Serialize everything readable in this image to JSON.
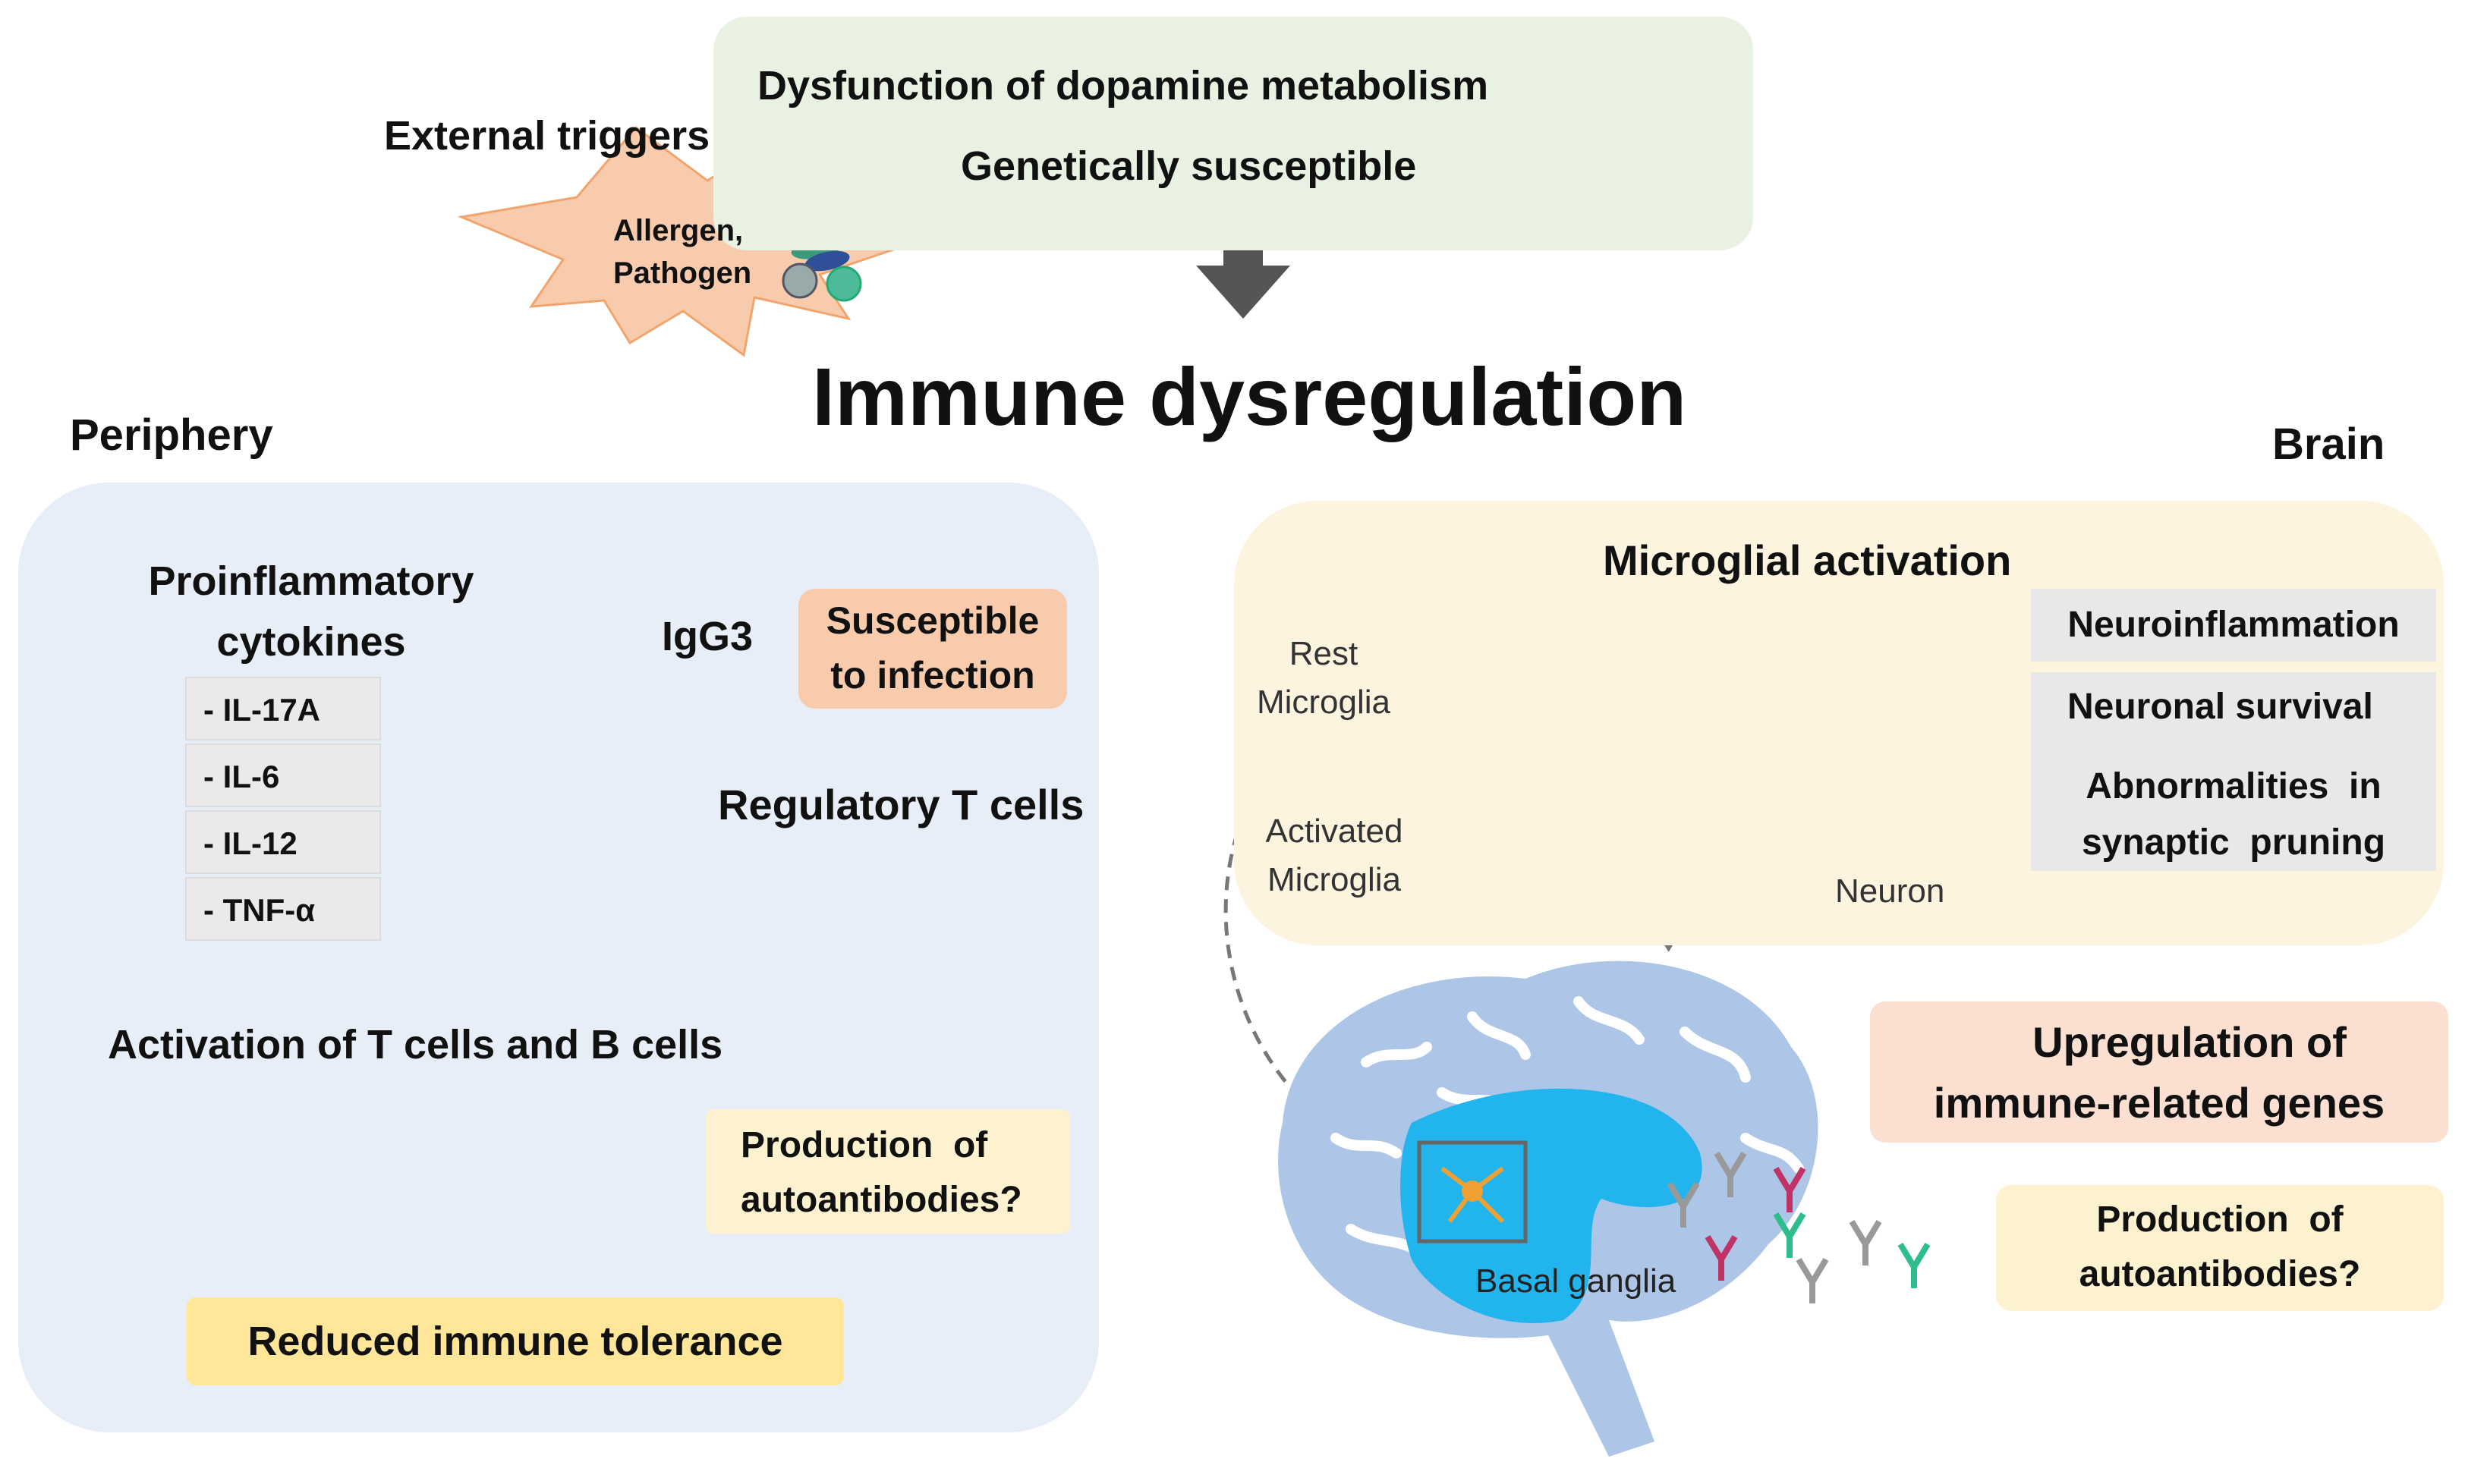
{
  "title": "Immune dysregulation",
  "triggers": {
    "dopamine": "Dysfunction of dopamine metabolism",
    "genetic": "Genetically susceptible",
    "external": "External triggers",
    "allergen_line1": "Allergen,",
    "allergen_line2": "Pathogen"
  },
  "periphery": {
    "heading": "Periphery",
    "proinflammatory_line1": "Proinflammatory",
    "proinflammatory_line2": "cytokines",
    "cytokines": [
      "- IL-17A",
      "- IL-6",
      "- IL-12",
      "- TNF-α"
    ],
    "igg3": "IgG3",
    "susceptible_line1": "Susceptible",
    "susceptible_line2": "to infection",
    "tregs": "Regulatory T cells",
    "activation": "Activation of T cells and B cells",
    "autoantibodies_line1": "Production  of",
    "autoantibodies_line2": "autoantibodies?",
    "tolerance": "Reduced immune tolerance"
  },
  "brain": {
    "heading": "Brain",
    "microglial_activation": "Microglial activation",
    "rest_line1": "Rest",
    "rest_line2": "Microglia",
    "activated_line1": "Activated",
    "activated_line2": "Microglia",
    "neuron": "Neuron",
    "neuroinflammation": "Neuroinflammation",
    "neuronal_survival": "Neuronal survival",
    "synaptic_line1": "Abnormalities  in",
    "synaptic_line2": "synaptic  pruning",
    "upregulation_line1": "Upregulation of",
    "upregulation_line2": "immune-related genes",
    "autoantibodies_line1": "Production  of",
    "autoantibodies_line2": "autoantibodies?",
    "basal_ganglia": "Basal ganglia"
  },
  "colors": {
    "increase_arrow": "#ff0000",
    "decrease_arrow": "#1f6fc5",
    "top_box": "#e9f2e2",
    "periphery_box": "#e8eef8",
    "brain_box": "#fdf4e0",
    "brain_organ": "#adc6e8",
    "basal_ganglia": "#22b4ec"
  }
}
